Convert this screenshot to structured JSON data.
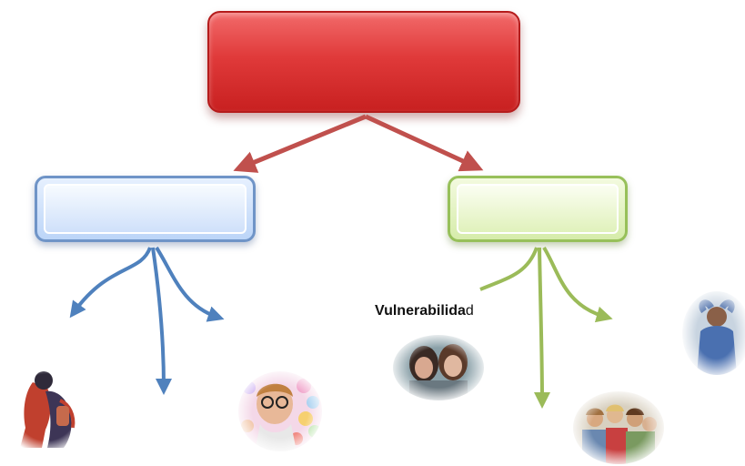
{
  "diagram": {
    "branch_label": {
      "bold_part": "Vulnerabilida",
      "regular_part": "d"
    }
  },
  "colors": {
    "top_box": "#d93030",
    "left_box": "#c9dcf8",
    "right_box": "#e3f2c2",
    "red_arrow": "#c0504d",
    "blue_arrow": "#4f81bd",
    "green_arrow": "#9bbb59"
  },
  "images": [
    {
      "name": "person-with-backpack-illustration"
    },
    {
      "name": "child-with-glasses-photo"
    },
    {
      "name": "two-girls-photo"
    },
    {
      "name": "group-of-teens-photo"
    },
    {
      "name": "stressed-man-photo"
    }
  ]
}
